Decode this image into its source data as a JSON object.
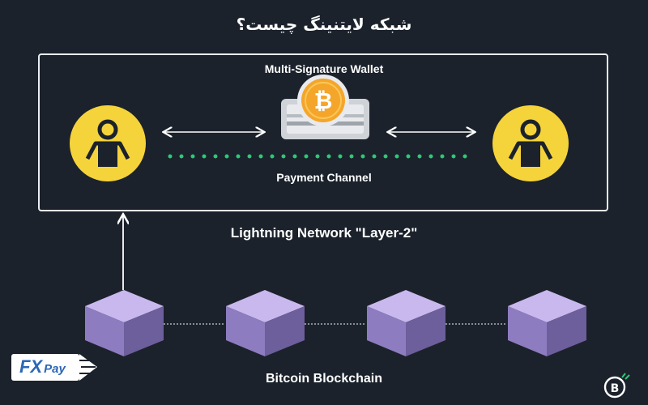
{
  "title": "شبکه لایتنینگ چیست؟",
  "wallet_label": "Multi-Signature Wallet",
  "channel_label": "Payment Channel",
  "layer2_label": "Lightning Network \"Layer-2\"",
  "blockchain_label": "Bitcoin Blockchain",
  "bitcoin_symbol": "₿",
  "fx_logo": {
    "fx": "FX",
    "pay": "Pay"
  },
  "brand_logo_letter": "B",
  "colors": {
    "background": "#1b222b",
    "accent_yellow": "#f5d33b",
    "coin_orange": "#f4a62a",
    "channel_green": "#2fc877",
    "block_purple": "#b8a4e0",
    "box_border": "#e9edf1"
  }
}
